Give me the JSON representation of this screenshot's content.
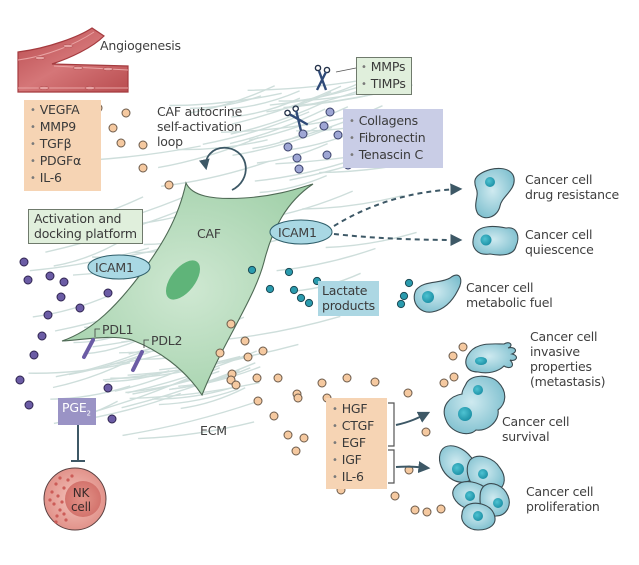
{
  "title": "Cancer-associated fibroblast (CAF) functions in the tumour microenvironment",
  "colors": {
    "orange_factor_box": "#f6d4b4",
    "orange_dot": "#f5c9a0",
    "lilac_box": "#c9cde6",
    "lilac_dot": "#9ea6d4",
    "green_box": "#e0efdc",
    "caf_fill": "#a8d5b0",
    "caf_nucleus": "#5db277",
    "lactate_box": "#acd7e3",
    "teal_dot": "#2a9bae",
    "purple_dot": "#6b5ca5",
    "pge2_box": "#9a93c5",
    "cancer_cell": "#8fcad6",
    "vessel": "#c45a5c",
    "nk_cell": "#e39a93",
    "arrow": "#3d5866",
    "ecm_fiber": "#c6d8d6"
  },
  "labels": {
    "angiogenesis": "Angiogenesis",
    "autocrine_line1": "CAF autocrine",
    "autocrine_line2": "self-activation",
    "autocrine_line3": "loop",
    "caf": "CAF",
    "ecm": "ECM",
    "platform_line1": "Activation and",
    "platform_line2": "docking platform",
    "icam1_left": "ICAM1",
    "icam1_right": "ICAM1",
    "pdl1": "PDL1",
    "pdl2": "PDL2",
    "pge2_main": "PGE",
    "pge2_sub": "2",
    "nk_line1": "NK",
    "nk_line2": "cell",
    "lactate_line1": "Lactate",
    "lactate_line2": "products"
  },
  "angiogenic_factors": [
    "VEGFA",
    "MMP9",
    "TGFβ",
    "PDGFα",
    "IL-6"
  ],
  "remodelling_enzymes": [
    "MMPs",
    "TIMPs"
  ],
  "ecm_proteins": [
    "Collagens",
    "Fibronectin",
    "Tenascin C"
  ],
  "growth_factors": {
    "group_survival": [
      "HGF",
      "CTGF",
      "EGF"
    ],
    "group_proliferation": [
      "IGF",
      "IL-6"
    ]
  },
  "outcomes": [
    {
      "line1": "Cancer cell",
      "line2": "drug resistance"
    },
    {
      "line1": "Cancer cell",
      "line2": "quiescence"
    },
    {
      "line1": "Cancer cell",
      "line2": "metabolic fuel"
    },
    {
      "line1": "Cancer cell",
      "line2": "invasive",
      "line3": "properties",
      "line4": "(metastasis)"
    },
    {
      "line1": "Cancer cell",
      "line2": "survival"
    },
    {
      "line1": "Cancer cell",
      "line2": "proliferation"
    }
  ]
}
